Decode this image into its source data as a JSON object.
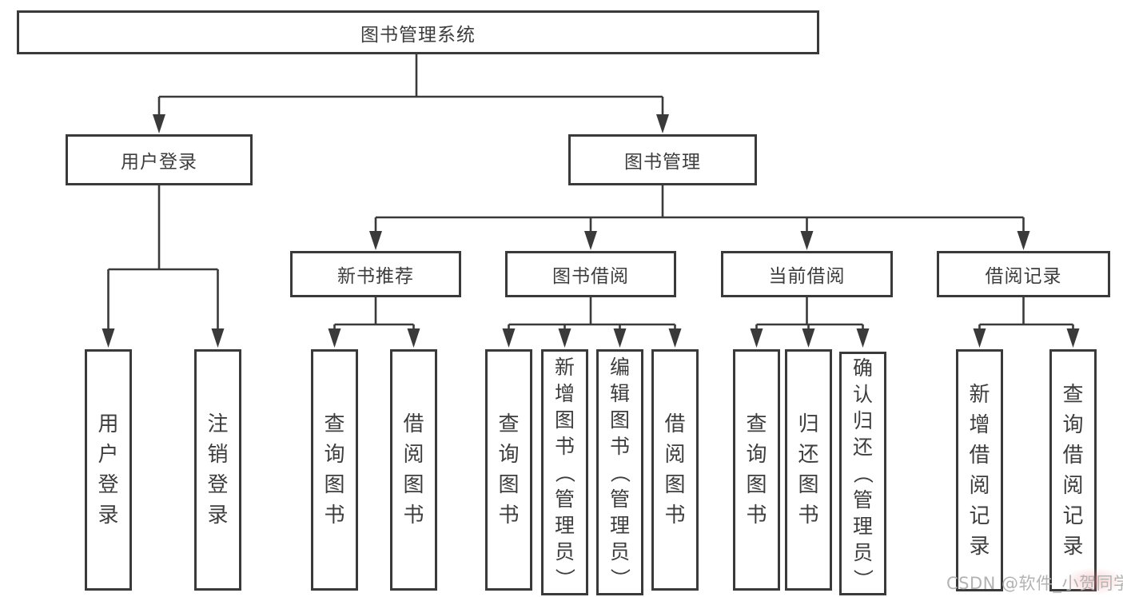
{
  "diagram": {
    "root": {
      "label": "图书管理系统"
    },
    "branches": [
      {
        "label": "用户登录",
        "leaves": [
          {
            "label": "用户登录"
          },
          {
            "label": "注销登录"
          }
        ]
      },
      {
        "label": "图书管理",
        "groups": [
          {
            "label": "新书推荐",
            "leaves": [
              {
                "label": "查询图书"
              },
              {
                "label": "借阅图书"
              }
            ]
          },
          {
            "label": "图书借阅",
            "leaves": [
              {
                "label": "查询图书"
              },
              {
                "label": "新增图书（管理员）"
              },
              {
                "label": "编辑图书（管理员）"
              },
              {
                "label": "借阅图书"
              }
            ]
          },
          {
            "label": "当前借阅",
            "leaves": [
              {
                "label": "查询图书"
              },
              {
                "label": "归还图书"
              },
              {
                "label": "确认归还（管理员）"
              }
            ]
          },
          {
            "label": "借阅记录",
            "leaves": [
              {
                "label": "新增借阅记录"
              },
              {
                "label": "查询借阅记录"
              }
            ]
          }
        ]
      }
    ]
  },
  "watermark": {
    "text": "CSDN @软件_小贺同学"
  },
  "colors": {
    "line": "#3a3a3a",
    "node_border": "#3a3a3a",
    "text": "#3d3d3d",
    "background": "#ffffff",
    "watermark": "#b3b3b3"
  }
}
